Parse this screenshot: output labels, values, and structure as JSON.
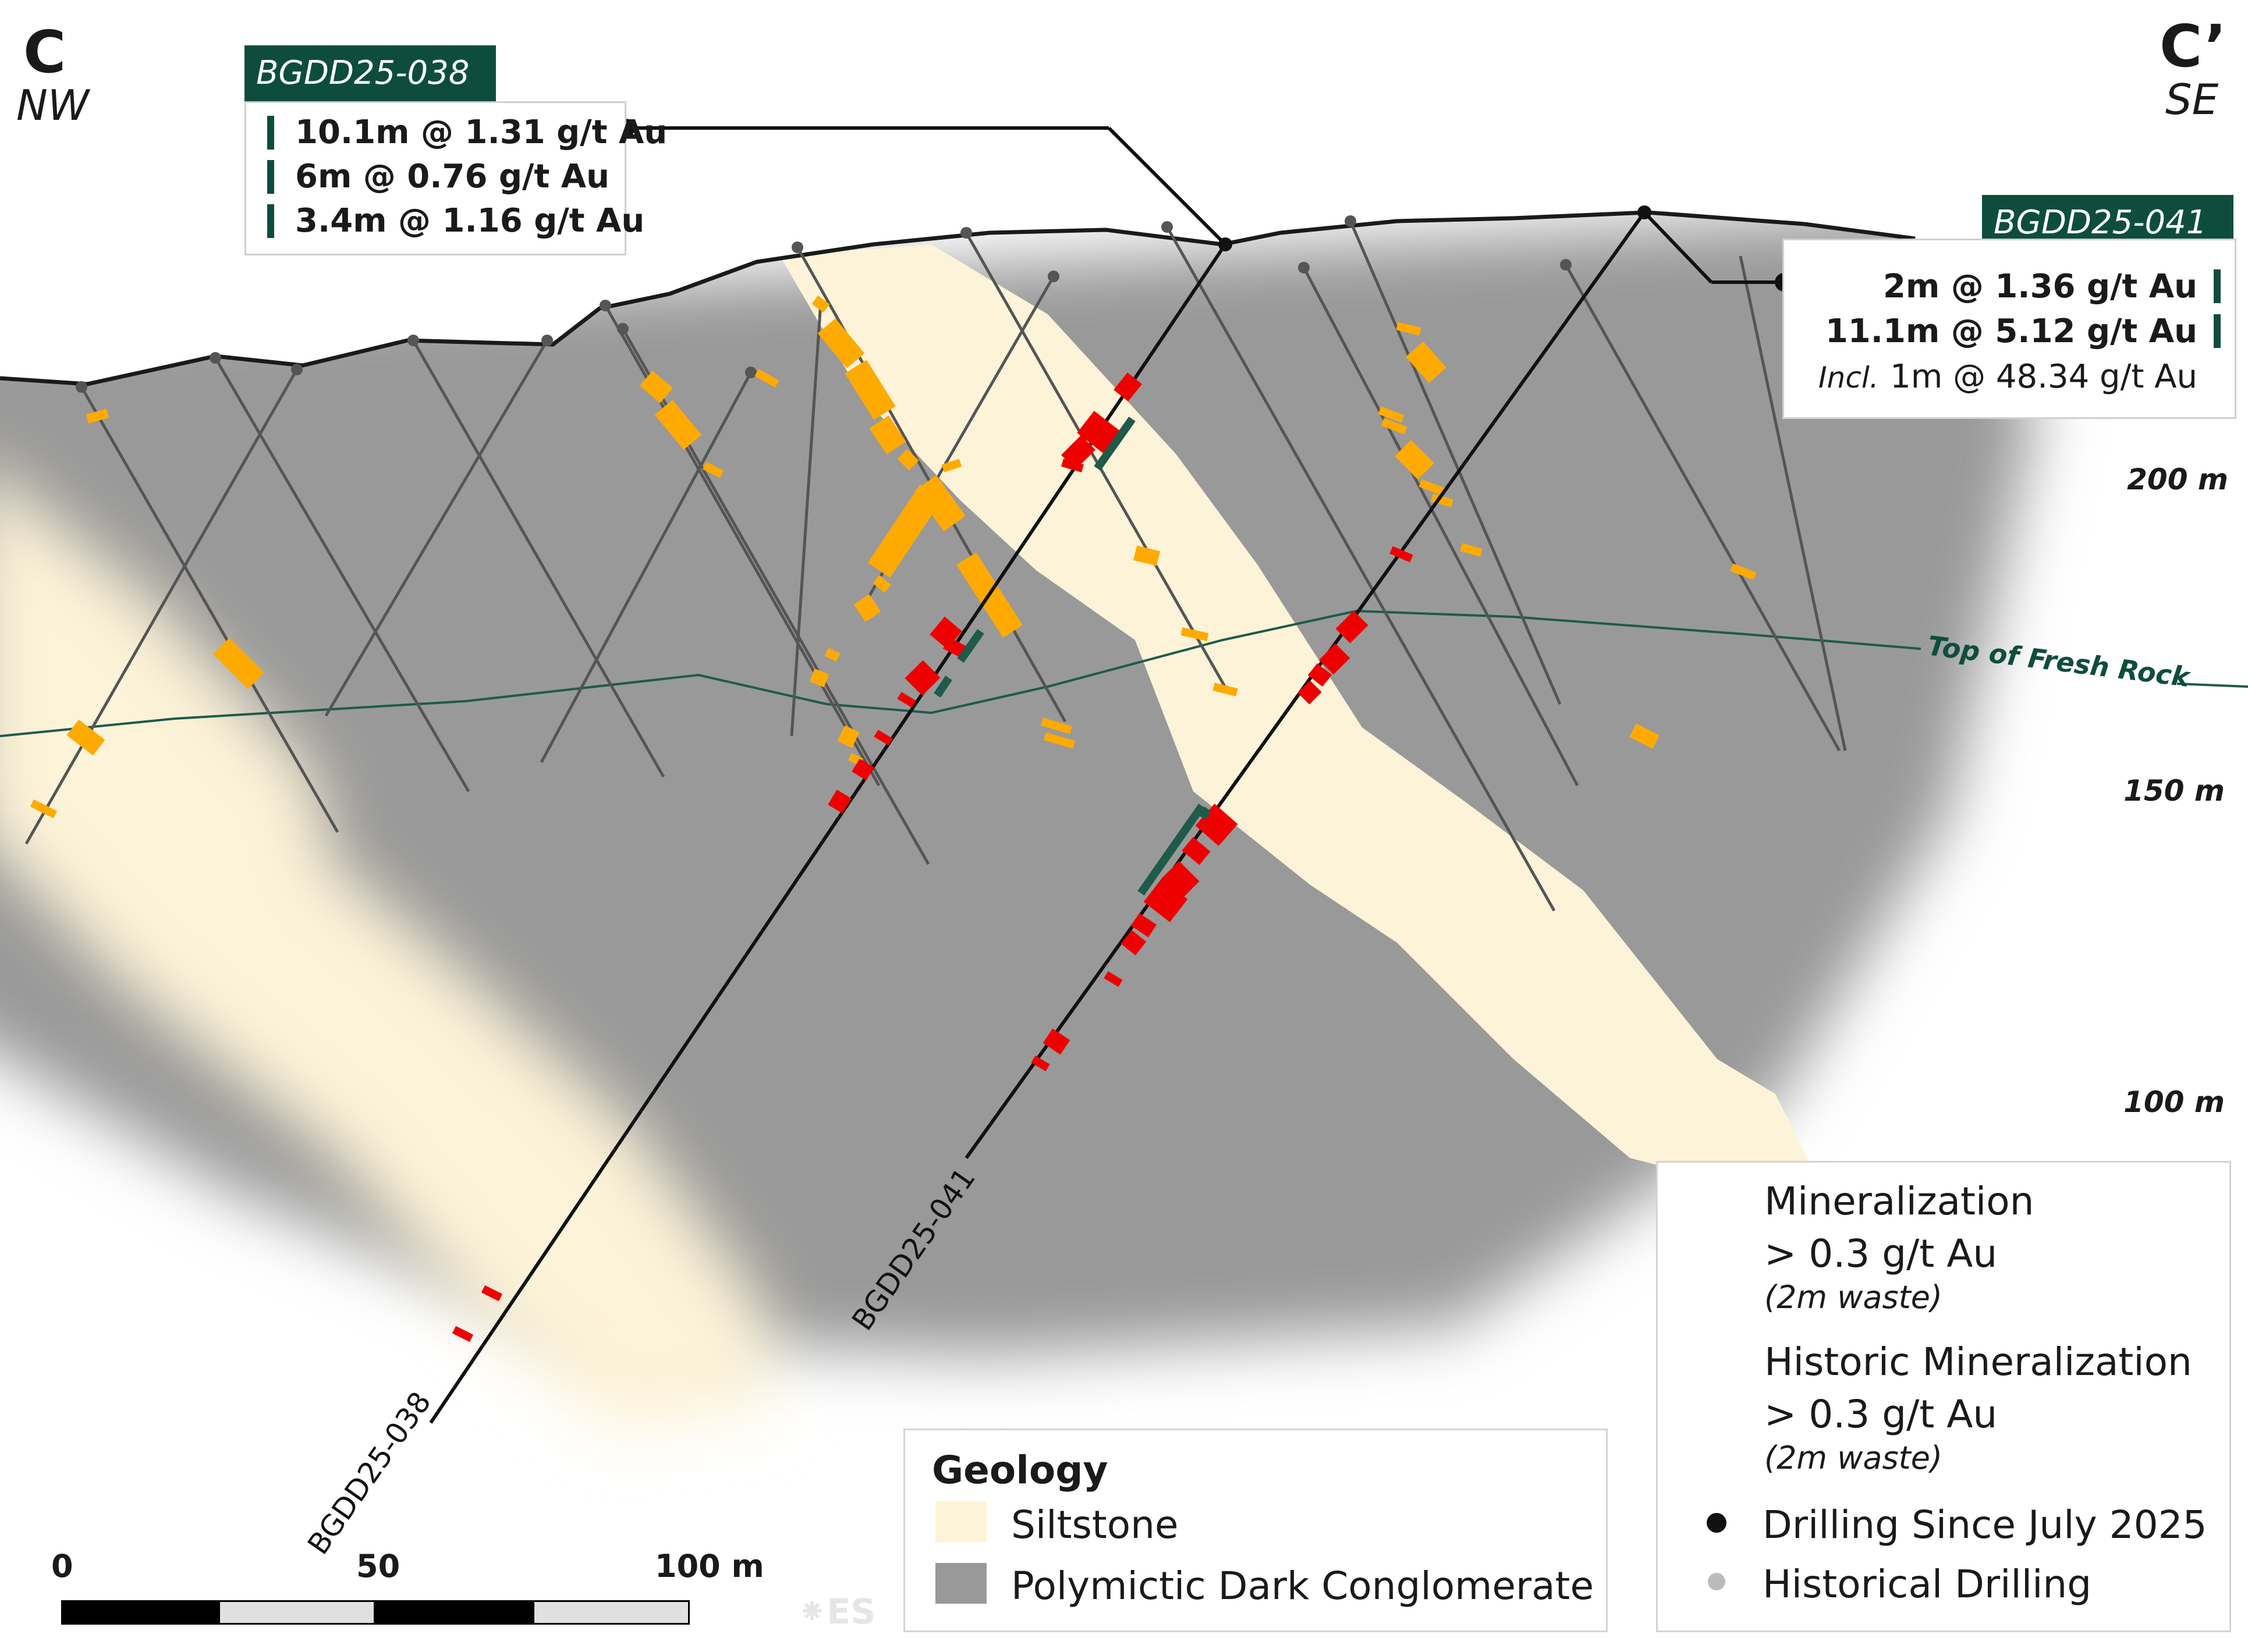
{
  "section": {
    "left_letter": "C",
    "left_dir": "NW",
    "right_letter": "C’",
    "right_dir": "SE",
    "fresh_rock_label": "Top of Fresh Rock",
    "elevations": [
      "200 m",
      "150 m",
      "100 m"
    ]
  },
  "holes": [
    {
      "name": "BGDD25-038",
      "intervals": [
        {
          "value": "10.1m @ 1.31 g/t Au"
        },
        {
          "value": "6m @ 0.76 g/t Au"
        },
        {
          "value": "3.4m @ 1.16 g/t Au"
        }
      ]
    },
    {
      "name": "BGDD25-041",
      "intervals": [
        {
          "value": "2m @ 1.36 g/t Au"
        },
        {
          "value": "11.1m @ 5.12 g/t Au"
        },
        {
          "prefix": "Incl.",
          "value": "1m @ 48.34 g/t Au"
        }
      ]
    }
  ],
  "legend": {
    "mineralization_title": "Mineralization",
    "mineralization_grade": "> 0.3 g/t Au",
    "mineralization_note": "(2m waste)",
    "historic_title": "Historic Mineralization",
    "historic_grade": "> 0.3 g/t Au",
    "historic_note": "(2m waste)",
    "drilling_recent": "Drilling Since July 2025",
    "drilling_historic": "Historical Drilling"
  },
  "geology": {
    "title": "Geology",
    "units": [
      {
        "name": "Siltstone",
        "color": "#fdf3d8"
      },
      {
        "name": "Polymictic Dark Conglomerate",
        "color": "#999999"
      }
    ]
  },
  "scale_bar": {
    "labels": [
      "0",
      "50",
      "100 m"
    ]
  },
  "watermark": "⁕ES",
  "colors": {
    "accent": "#0e4d3e",
    "mineralization": "#ee0000",
    "historic_mineralization": "#ffaa00",
    "siltstone": "#fdf3d8",
    "conglomerate": "#999999"
  }
}
